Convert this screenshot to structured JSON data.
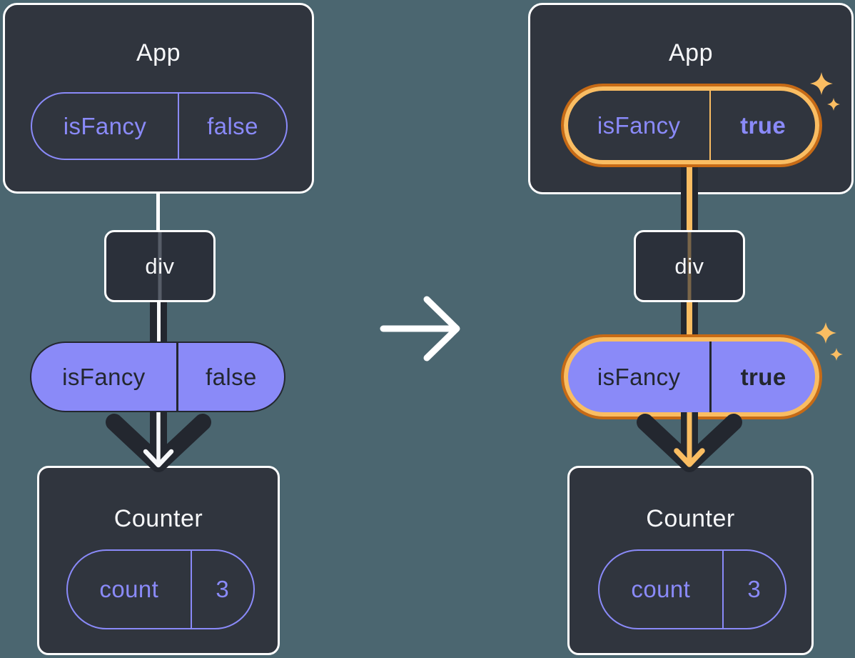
{
  "colors": {
    "background": "#4B6670",
    "box_fill": "#30353E",
    "box_border": "#FFFFFF",
    "purple_fill": "#8A8AF8",
    "purple_text": "#8A8AF9",
    "dark": "#23272F",
    "orange_outer": "#C76A15",
    "orange_light": "#FABD62",
    "text_light": "#F6F7F9"
  },
  "left": {
    "app_title": "App",
    "app_state": {
      "key": "isFancy",
      "value": "false"
    },
    "div_label": "div",
    "prop": {
      "key": "isFancy",
      "value": "false"
    },
    "counter_title": "Counter",
    "counter_state": {
      "key": "count",
      "value": "3"
    }
  },
  "right": {
    "app_title": "App",
    "app_state": {
      "key": "isFancy",
      "value": "true"
    },
    "div_label": "div",
    "prop": {
      "key": "isFancy",
      "value": "true"
    },
    "counter_title": "Counter",
    "counter_state": {
      "key": "count",
      "value": "3"
    }
  },
  "icons": {
    "transition": "right-arrow-icon",
    "prop_flow": "arrow-down-icon",
    "highlight": "sparkles-icon"
  }
}
